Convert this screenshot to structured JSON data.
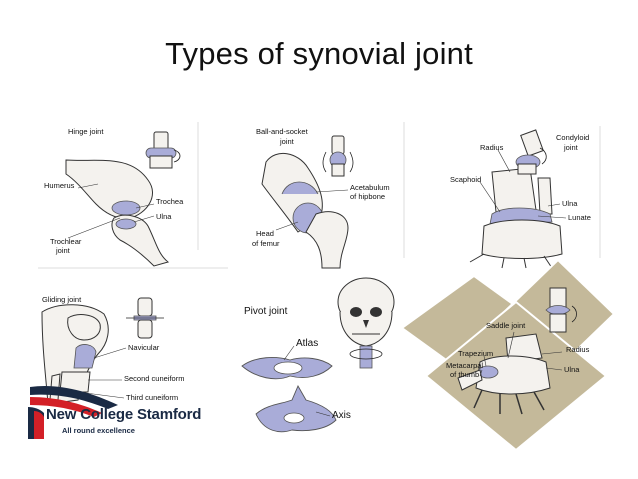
{
  "slide": {
    "title": "Types of synovial joint"
  },
  "panels": {
    "hinge": {
      "heading": "Hinge joint",
      "labels": [
        "Humerus",
        "Trochea",
        "Ulna",
        "Trochlear",
        "joint"
      ]
    },
    "ball": {
      "heading": "Ball-and-socket",
      "heading2": "joint",
      "labels": [
        "Acetabulum",
        "of hipbone",
        "Head",
        "of femur"
      ]
    },
    "condyloid": {
      "heading": "Condyloid",
      "heading2": "joint",
      "labels": [
        "Radius",
        "Scaphoid",
        "Ulna",
        "Lunate"
      ]
    },
    "gliding": {
      "heading": "Gliding joint",
      "labels": [
        "Navicular",
        "Second cuneiform",
        "Third cuneiform"
      ]
    },
    "pivot": {
      "heading": "Pivot joint",
      "labels": [
        "Atlas",
        "Axis"
      ]
    },
    "saddle": {
      "heading": "Saddle joint",
      "labels": [
        "Radius",
        "Trapezium",
        "Metacarpal",
        "of thumb",
        "Ulna"
      ]
    }
  },
  "logo": {
    "name": "New College Stamford",
    "tagline": "All round excellence"
  },
  "colors": {
    "bone_fill": "#f4f2ee",
    "cartilage": "#a9acd8",
    "outline": "#333333",
    "diamond": "#c4b99a",
    "logo_blue": "#1a2a44",
    "logo_red": "#d32027"
  }
}
